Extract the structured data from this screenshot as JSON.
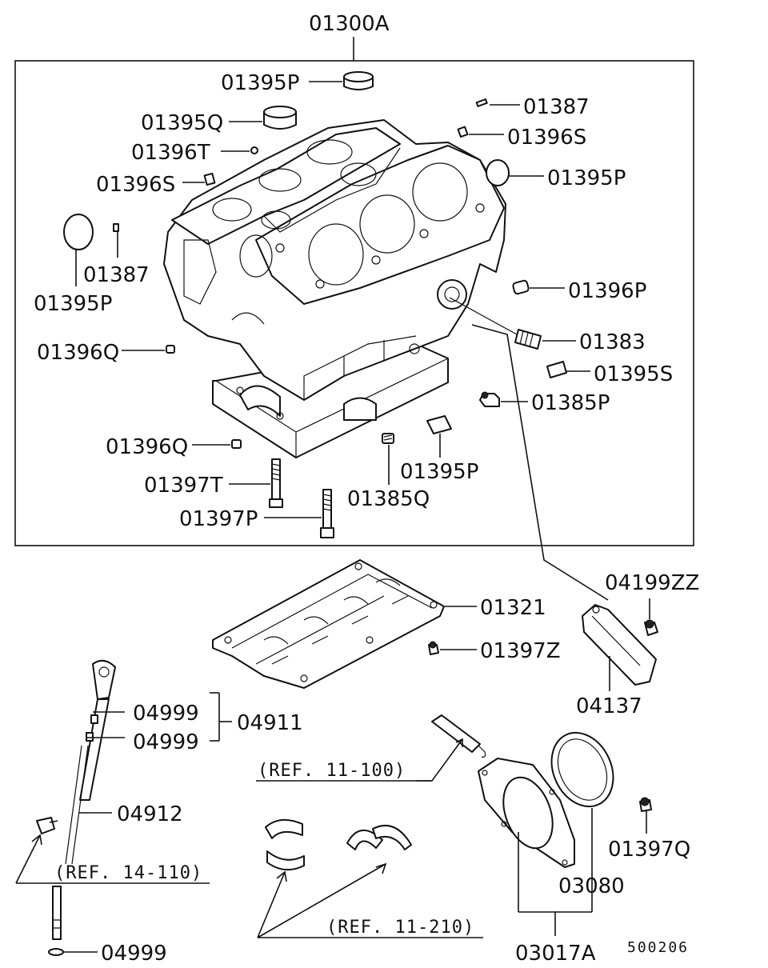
{
  "labels": {
    "top_assembly": "01300A",
    "l_01395P_top": "01395P",
    "l_01395Q": "01395Q",
    "l_01396T": "01396T",
    "l_01396S_left": "01396S",
    "l_01387_right": "01387",
    "l_01396S_right": "01396S",
    "l_01395P_right": "01395P",
    "l_01387_left": "01387",
    "l_01395P_left": "01395P",
    "l_01396P": "01396P",
    "l_01383": "01383",
    "l_01395S": "01395S",
    "l_01396Q_upper": "01396Q",
    "l_01385P": "01385P",
    "l_01396Q_lower": "01396Q",
    "l_01395P_bottom": "01395P",
    "l_01397T": "01397T",
    "l_01385Q": "01385Q",
    "l_01397P": "01397P",
    "l_04199ZZ": "04199ZZ",
    "l_01321": "01321",
    "l_01397Z": "01397Z",
    "l_04137": "04137",
    "l_04999_a": "04999",
    "l_04911": "04911",
    "l_04999_b": "04999",
    "l_04912": "04912",
    "l_01397Q": "01397Q",
    "l_03080": "03080",
    "l_04999_c": "04999",
    "l_03017A": "03017A",
    "ref_11_100": "(REF. 11-100)",
    "ref_14_110": "(REF. 14-110)",
    "ref_11_210": "(REF. 11-210)",
    "diagram_code": "500206"
  }
}
